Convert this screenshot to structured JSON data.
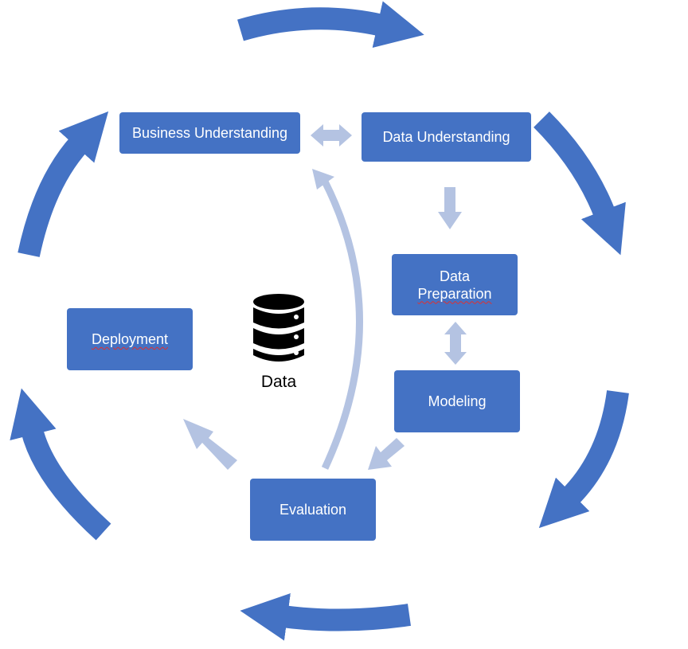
{
  "colors": {
    "box_fill": "#4472c4",
    "box_text": "#ffffff",
    "outer_arrow": "#4472c4",
    "inner_arrow": "#b4c3e2",
    "icon": "#000000"
  },
  "boxes": {
    "business_understanding": "Business Understanding",
    "data_understanding": "Data Understanding",
    "data_preparation_line1": "Data",
    "data_preparation_line2": "Preparation",
    "modeling": "Modeling",
    "evaluation": "Evaluation",
    "deployment": "Deployment"
  },
  "center": {
    "icon": "database-icon",
    "label": "Data"
  }
}
